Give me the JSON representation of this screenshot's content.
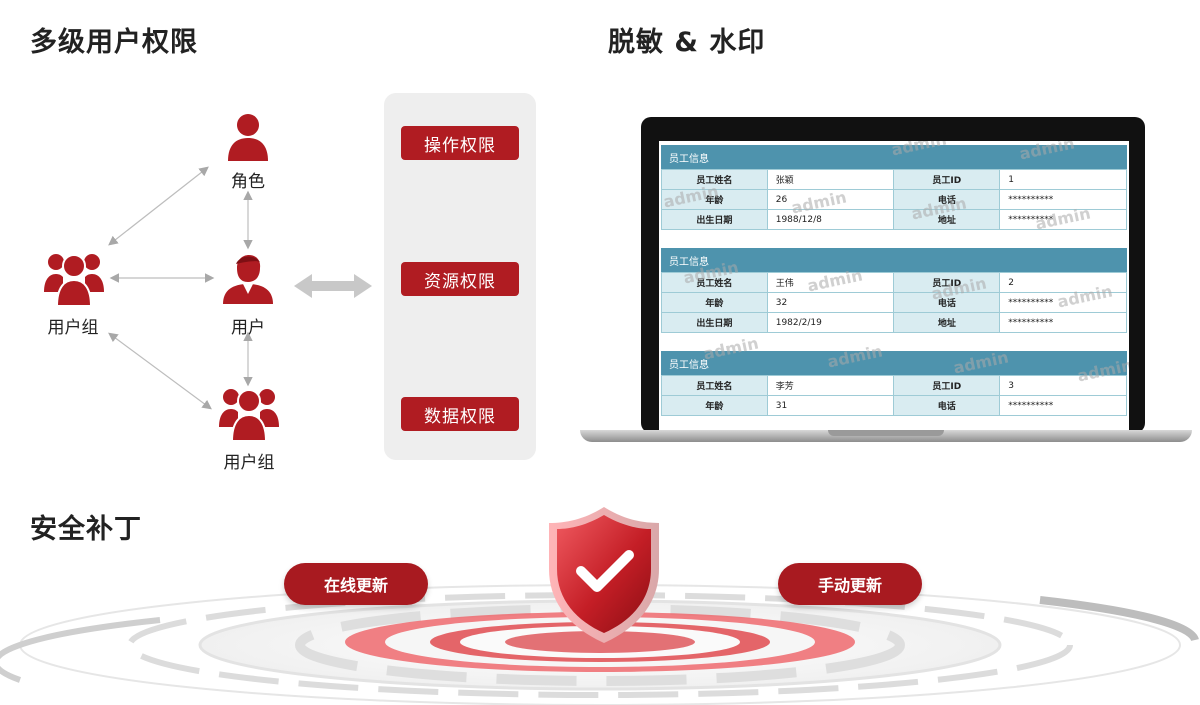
{
  "sections": {
    "permissions_title": "多级用户权限",
    "masking_title": "脱敏 & 水印",
    "patch_title": "安全补丁"
  },
  "nodes": {
    "role": "角色",
    "user_group_left": "用户组",
    "user": "用户",
    "user_group_bottom": "用户组"
  },
  "permissions": [
    "操作权限",
    "资源权限",
    "数据权限"
  ],
  "watermark_text": "admin",
  "employee_cards": [
    {
      "header": "员工信息",
      "rows": [
        [
          "员工姓名",
          "张颖",
          "员工ID",
          "1"
        ],
        [
          "年龄",
          "26",
          "电话",
          "**********"
        ],
        [
          "出生日期",
          "1988/12/8",
          "地址",
          "**********"
        ]
      ]
    },
    {
      "header": "员工信息",
      "rows": [
        [
          "员工姓名",
          "王伟",
          "员工ID",
          "2"
        ],
        [
          "年龄",
          "32",
          "电话",
          "**********"
        ],
        [
          "出生日期",
          "1982/2/19",
          "地址",
          "**********"
        ]
      ]
    },
    {
      "header": "员工信息",
      "rows": [
        [
          "员工姓名",
          "李芳",
          "员工ID",
          "3"
        ],
        [
          "年龄",
          "31",
          "电话",
          "**********"
        ]
      ]
    }
  ],
  "patch": {
    "online_update": "在线更新",
    "manual_update": "手动更新"
  },
  "colors": {
    "brand_red": "#b01c22",
    "table_header": "#4e93ad",
    "table_key_bg": "#d9ecf1"
  },
  "icons": [
    "single-user-icon",
    "user-group-icon",
    "user-icon",
    "bidirectional-arrow-icon",
    "shield-check-icon"
  ]
}
